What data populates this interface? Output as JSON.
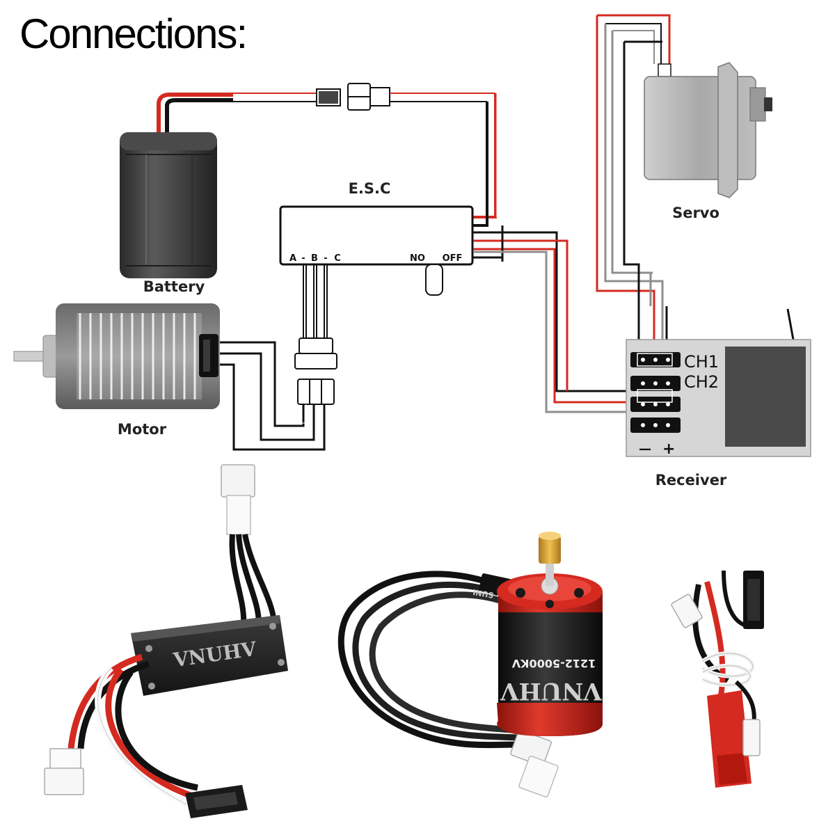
{
  "title": "Connections:",
  "labels": {
    "battery": "Battery",
    "motor": "Motor",
    "esc": "E.S.C",
    "servo": "Servo",
    "receiver": "Receiver"
  },
  "esc_terminals": {
    "a": "A",
    "b": "B",
    "c": "C",
    "no": "NO",
    "off": "OFF"
  },
  "receiver_channels": {
    "ch1": "CH1",
    "ch2": "CH2",
    "minus": "—",
    "plus": "+"
  },
  "product_photos": {
    "esc_brand": "VNUHV",
    "motor_brand": "VNUHV",
    "motor_model": "1212-5000KV",
    "motor_tag": "SUNI"
  },
  "colors": {
    "wire_red": "#d42a20",
    "wire_black": "#111111",
    "wire_gray": "#8e8e8e",
    "motor_body_red": "#c8221a",
    "accent_brass": "#d8a23a"
  }
}
